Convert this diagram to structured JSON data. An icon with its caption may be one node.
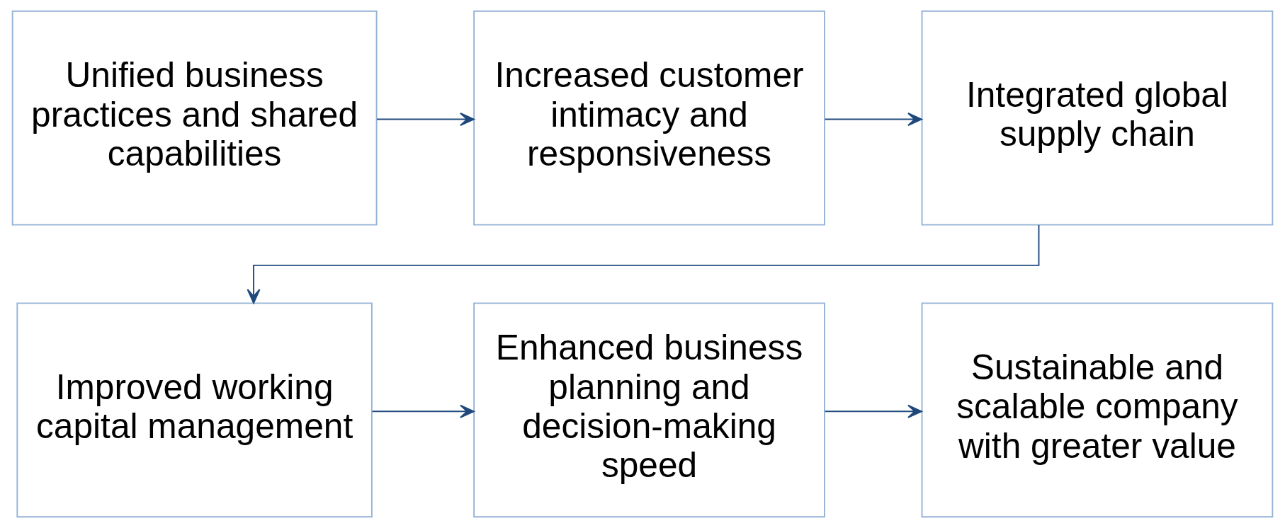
{
  "diagram": {
    "nodes": [
      {
        "text": [
          "Unified business practices and shared capabilities"
        ]
      },
      {
        "text": [
          "Increased customer intimacy and responsiveness"
        ]
      },
      {
        "text": [
          "Integrated global supply chain"
        ]
      },
      {
        "text": [
          "Improved working capital management"
        ]
      },
      {
        "text": [
          "Enhanced business planning and decision-making speed"
        ]
      },
      {
        "text": [
          "Sustainable and scalable company with greater value"
        ]
      }
    ],
    "edges": [
      {
        "from": 0,
        "to": 1,
        "arrow": "to"
      },
      {
        "from": 1,
        "to": 2,
        "arrow": "to"
      },
      {
        "from": 2,
        "to": 3,
        "arrow": "to"
      },
      {
        "from": 3,
        "to": 4,
        "arrow": "to"
      },
      {
        "from": 4,
        "to": 5,
        "arrow": "to"
      }
    ]
  }
}
